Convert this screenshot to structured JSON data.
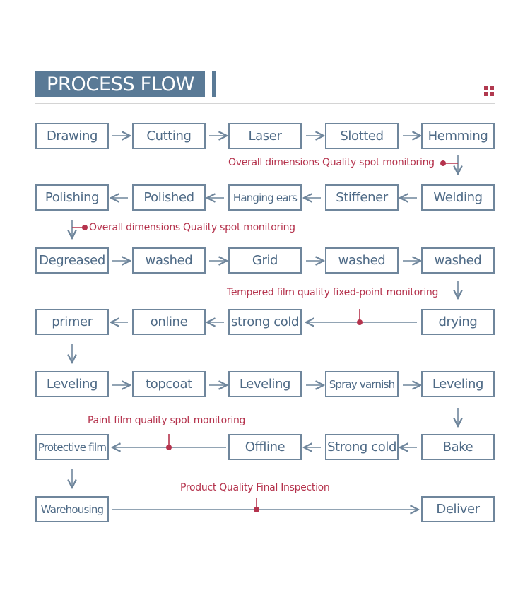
{
  "header": {
    "title": "PROCESS FLOW"
  },
  "colors": {
    "box_border": "#6f869c",
    "box_text": "#4e6a86",
    "accent": "#b5334d",
    "header_bg": "#5a7a96"
  },
  "steps": {
    "drawing": "Drawing",
    "cutting": "Cutting",
    "laser": "Laser",
    "slotted": "Slotted",
    "hemming": "Hemming",
    "welding": "Welding",
    "stiffener": "Stiffener",
    "hanging_ears": "Hanging ears",
    "polished": "Polished",
    "polishing": "Polishing",
    "degreased": "Degreased",
    "washed_1": "washed",
    "grid": "Grid",
    "washed_2": "washed",
    "washed_3": "washed",
    "drying": "drying",
    "strong_cold_1": "strong cold",
    "online": "online",
    "primer": "primer",
    "leveling_1": "Leveling",
    "topcoat": "topcoat",
    "leveling_2": "Leveling",
    "spray_varnish": "Spray varnish",
    "leveling_3": "Leveling",
    "bake": "Bake",
    "strong_cold_2": "Strong cold",
    "offline": "Offline",
    "protective_film": "Protective film",
    "warehousing": "Warehousing",
    "deliver": "Deliver"
  },
  "notes": {
    "dimensions_1": "Overall dimensions Quality spot monitoring",
    "dimensions_2": "Overall dimensions Quality spot monitoring",
    "tempered_film": "Tempered film quality fixed-point monitoring",
    "paint_film": "Paint film quality spot monitoring",
    "final_inspection": "Product Quality Final Inspection"
  }
}
